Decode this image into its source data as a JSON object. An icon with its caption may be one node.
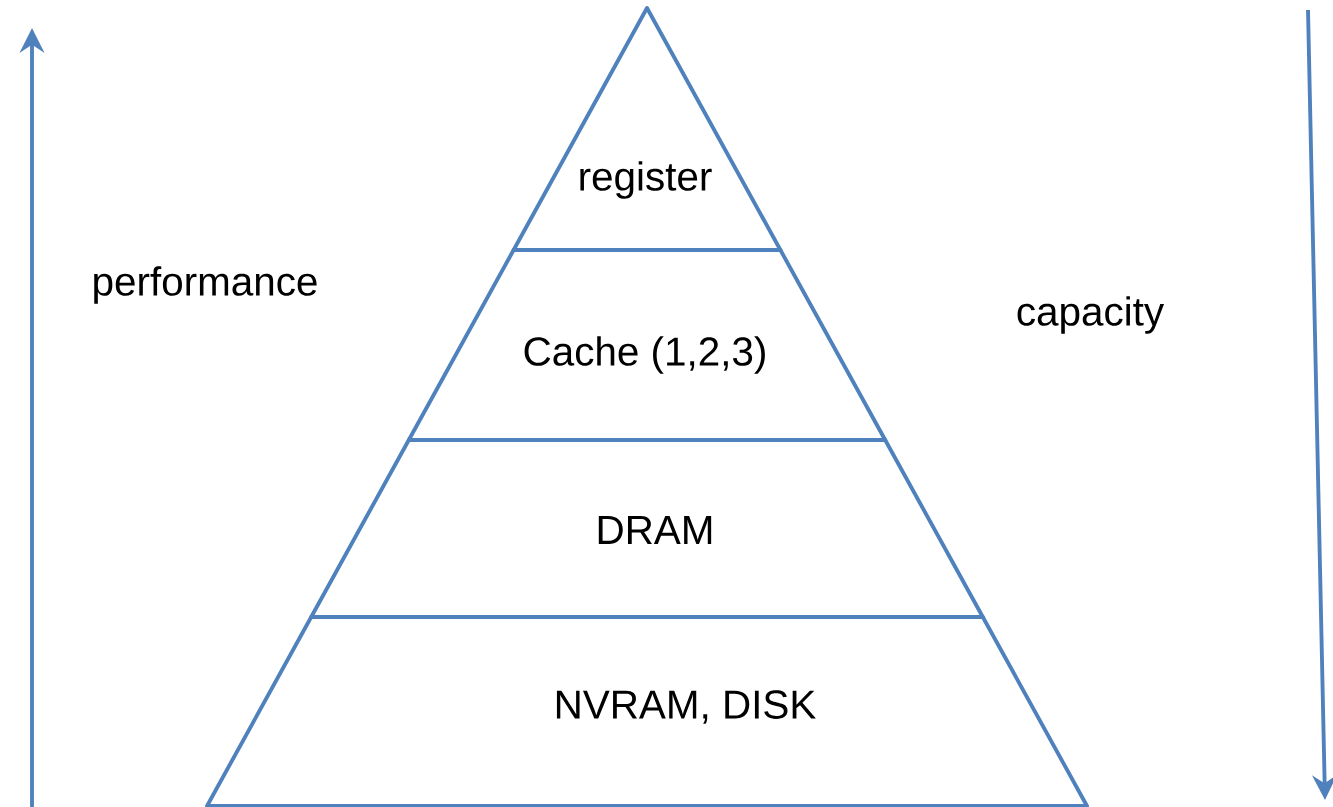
{
  "diagram": {
    "nodes": [
      {
        "text": [
          "register"
        ]
      },
      {
        "text": [
          "Cache (1,2,3)"
        ]
      },
      {
        "text": [
          "DRAM"
        ]
      },
      {
        "text": [
          "NVRAM, DISK"
        ]
      }
    ],
    "labels": [
      "performance",
      "capacity"
    ]
  }
}
